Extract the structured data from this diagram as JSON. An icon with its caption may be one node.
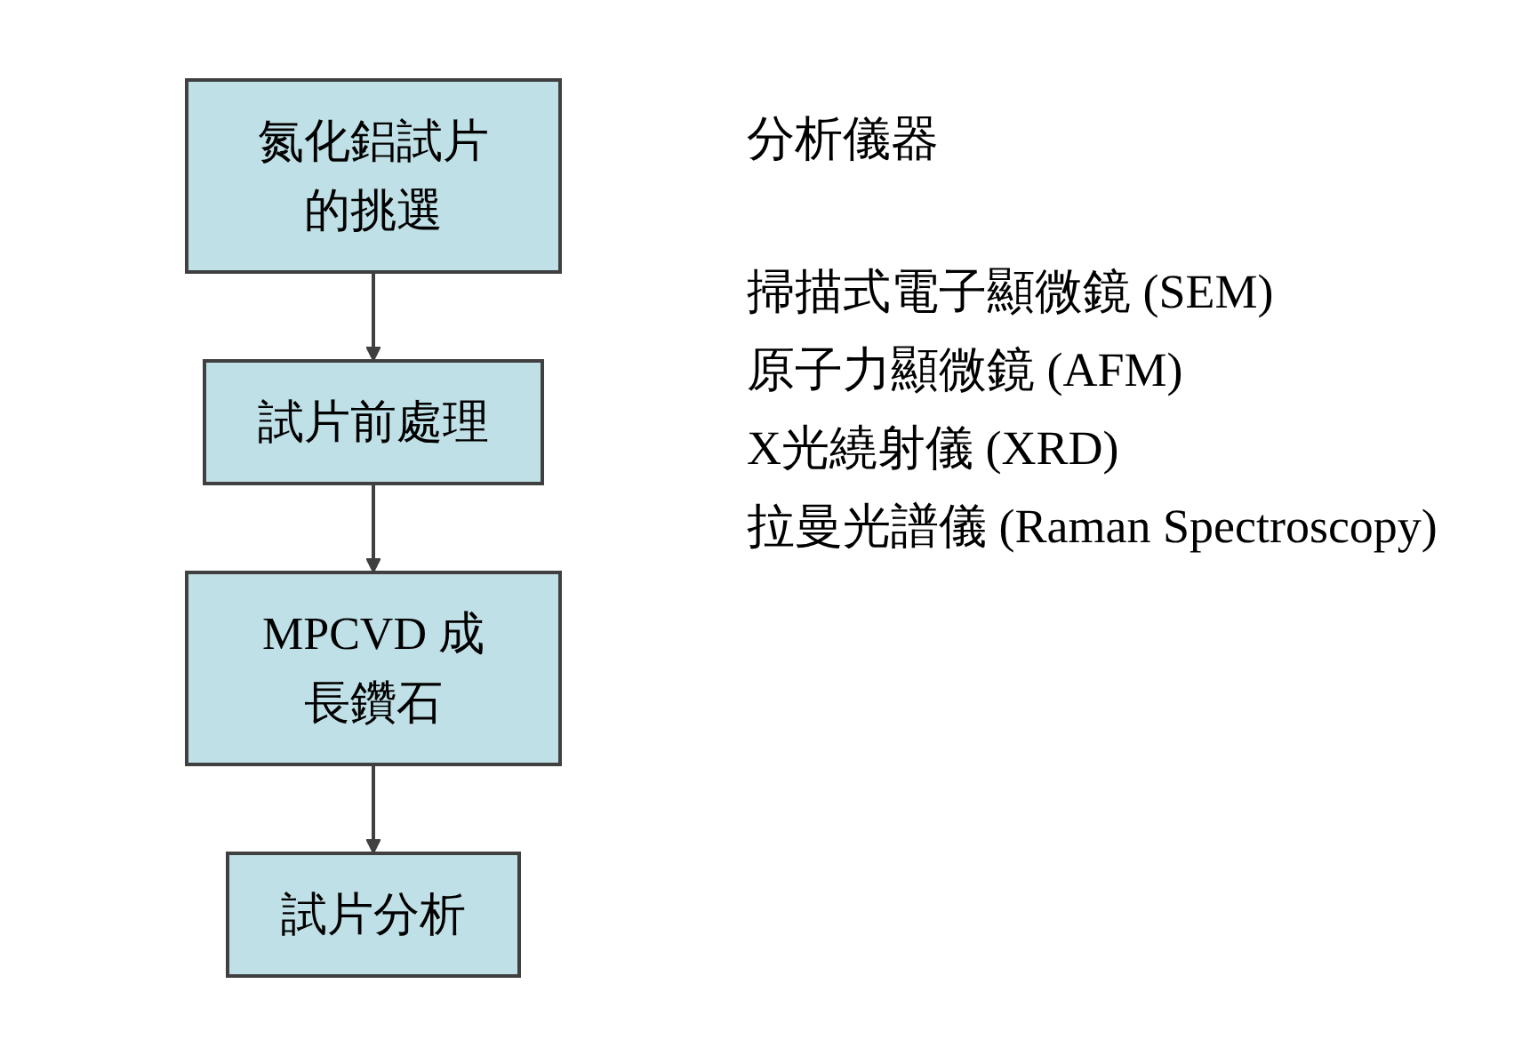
{
  "diagram": {
    "nodes": [
      {
        "text": [
          "氮化鋁試片的挑選"
        ]
      },
      {
        "text": [
          "試片前處理"
        ]
      },
      {
        "text": [
          "MPCVD 成長鑽石"
        ]
      },
      {
        "text": [
          "試片分析"
        ]
      }
    ],
    "edges": [
      {
        "from": 0,
        "to": 1,
        "arrow": "to"
      },
      {
        "from": 1,
        "to": 2,
        "arrow": "to"
      },
      {
        "from": 2,
        "to": 3,
        "arrow": "to"
      }
    ],
    "labels": [
      "分析儀器",
      "掃描式電子顯微鏡 (SEM)",
      "原子力顯微鏡 (AFM)",
      "X光繞射儀 (XRD)",
      "拉曼光譜儀 (Raman Spectroscopy)"
    ]
  }
}
